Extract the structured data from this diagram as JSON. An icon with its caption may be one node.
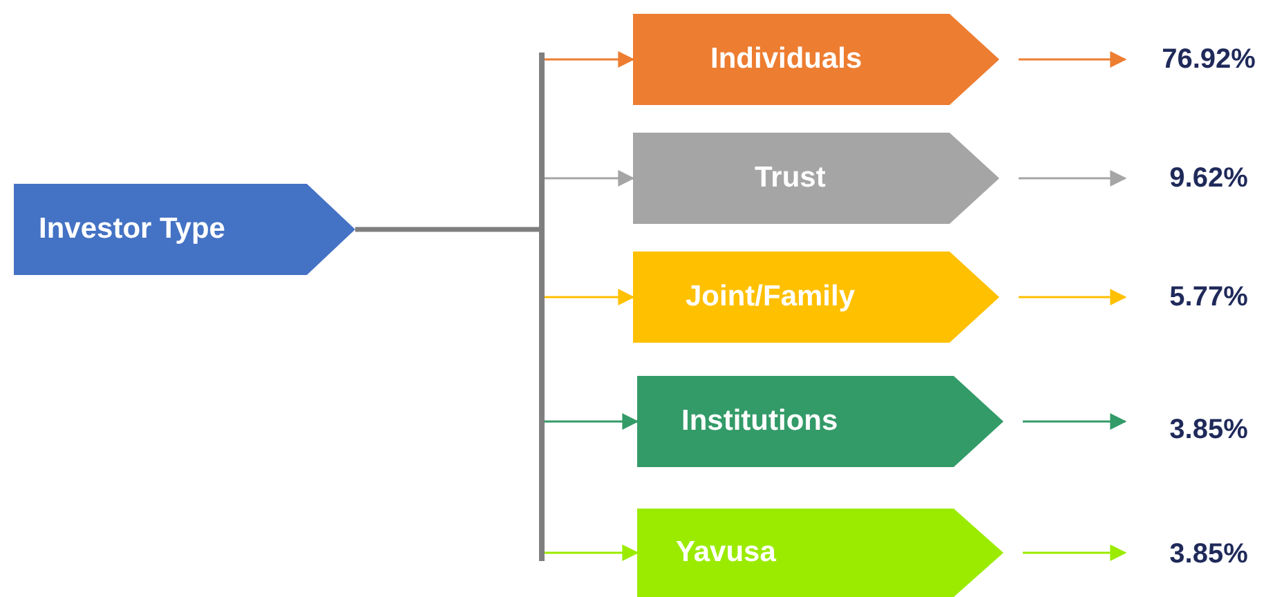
{
  "diagram": {
    "nodes": [
      {
        "text": [
          "Investor Type"
        ]
      },
      {
        "text": [],
        "shape": "bar"
      },
      {
        "text": [
          "Individuals"
        ]
      },
      {
        "text": [
          "Trust"
        ]
      },
      {
        "text": [
          "Joint/Family"
        ]
      },
      {
        "text": [
          "Institutions"
        ]
      },
      {
        "text": [
          "Yavusa"
        ]
      },
      {
        "text": [
          "76.92%"
        ]
      },
      {
        "text": [
          "9.62%"
        ]
      },
      {
        "text": [
          "5.77%"
        ]
      },
      {
        "text": [
          "3.85%"
        ]
      },
      {
        "text": [
          "3.85%"
        ]
      }
    ],
    "edges": [
      {
        "from": 0,
        "to": 1,
        "arrow": "none",
        "style": "thick",
        "color": "#7f7f7f"
      },
      {
        "from": 1,
        "to": 2,
        "arrow": "to",
        "color": "#ed7d31"
      },
      {
        "from": 1,
        "to": 3,
        "arrow": "to",
        "color": "#a5a5a5"
      },
      {
        "from": 1,
        "to": 4,
        "arrow": "to",
        "color": "#ffc000"
      },
      {
        "from": 1,
        "to": 5,
        "arrow": "to",
        "color": "#339b68"
      },
      {
        "from": 1,
        "to": 6,
        "arrow": "to",
        "color": "#9beb00"
      },
      {
        "from": 2,
        "to": 7,
        "arrow": "to",
        "color": "#ed7d31"
      },
      {
        "from": 3,
        "to": 8,
        "arrow": "to",
        "color": "#a5a5a5"
      },
      {
        "from": 4,
        "to": 9,
        "arrow": "to",
        "color": "#ffc000"
      },
      {
        "from": 5,
        "to": 10,
        "arrow": "to",
        "color": "#339b68"
      },
      {
        "from": 6,
        "to": 11,
        "arrow": "to",
        "color": "#9beb00"
      }
    ]
  }
}
